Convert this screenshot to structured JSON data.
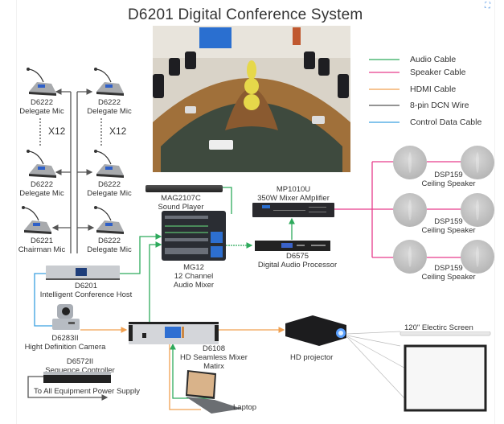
{
  "title": "D6201 Digital Conference System",
  "expand_icon": "expand-icon",
  "legend": [
    {
      "label": "Audio Cable",
      "color": "#2eaa5c"
    },
    {
      "label": "Speaker Cable",
      "color": "#e63c8c"
    },
    {
      "label": "HDMI Cable",
      "color": "#f0a050"
    },
    {
      "label": "8-pin DCN Wire",
      "color": "#555555"
    },
    {
      "label": "Control Data Cable",
      "color": "#3aa0e0"
    }
  ],
  "mics": {
    "left_top": {
      "model": "D6222",
      "name": "Delegate Mic"
    },
    "left_mid": {
      "model": "D6222",
      "name": "Delegate Mic"
    },
    "left_bottom": {
      "model": "D6221",
      "name": "Chairman Mic"
    },
    "right_top": {
      "model": "D6222",
      "name": "Delegate Mic"
    },
    "right_mid": {
      "model": "D6222",
      "name": "Delegate Mic"
    },
    "right_bottom": {
      "model": "D6222",
      "name": "Delegate Mic"
    },
    "multiplier_left": "X12",
    "multiplier_right": "X12"
  },
  "devices": {
    "sound_player": {
      "model": "MAG2107C",
      "name": "Sound Player"
    },
    "mixer": {
      "model": "MG12",
      "line2": "12 Channel",
      "line3": "Audio Mixer"
    },
    "amplifier": {
      "model": "MP1010U",
      "name": "350W Mixer AMplifier"
    },
    "processor": {
      "model": "D6575",
      "name": "Digital Audio Processor"
    },
    "host": {
      "model": "D6201",
      "name": "Intelligent Conference Host"
    },
    "camera": {
      "model": "D6283II",
      "name": "Hight Definition Camera"
    },
    "matrix": {
      "model": "D6108",
      "line2": "HD Seamless Mixer",
      "line3": "Matirx"
    },
    "sequencer": {
      "model": "D6572II",
      "name": "Sequence Controller",
      "note": "To All Equipment Power Supply"
    },
    "projector": {
      "name": "HD projector"
    },
    "screen": {
      "name": "120\" Electirc Screen"
    },
    "laptop": {
      "name": "Laptop"
    }
  },
  "speakers": [
    {
      "model": "DSP159",
      "name": "Ceiling Speaker"
    },
    {
      "model": "DSP159",
      "name": "Ceiling Speaker"
    },
    {
      "model": "DSP159",
      "name": "Ceiling Speaker"
    }
  ]
}
